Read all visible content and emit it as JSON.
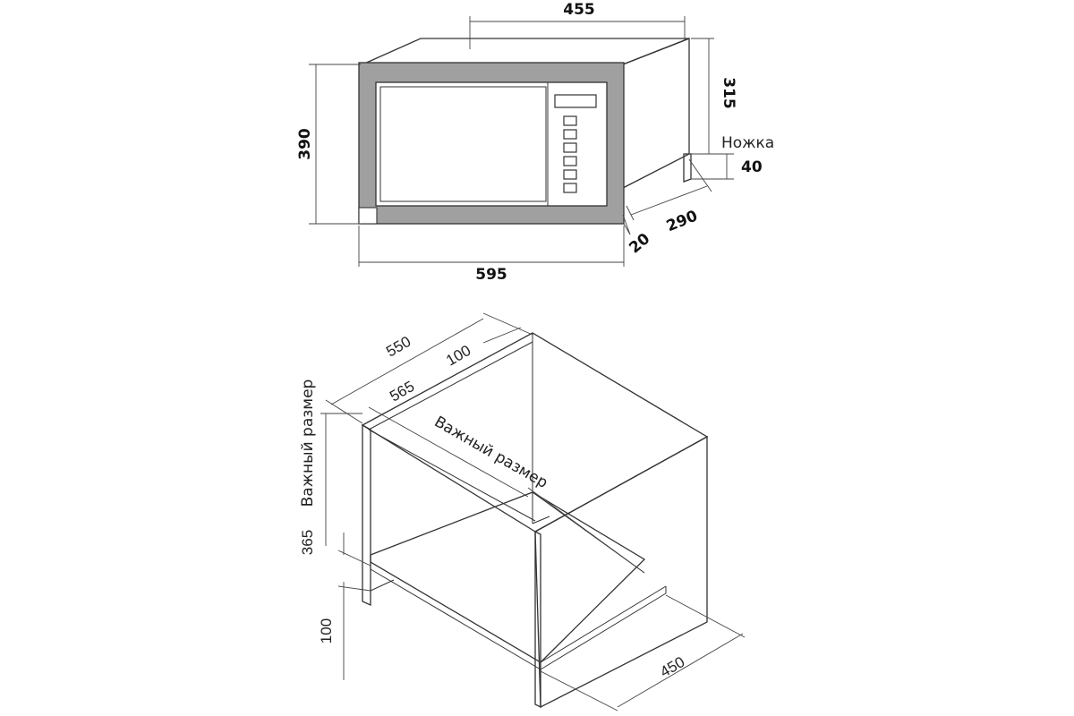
{
  "microwave": {
    "width_label": "595",
    "depth_label": "455",
    "height_label": "390",
    "body_height_label": "315",
    "frame_depth_label": "20",
    "rear_depth_label": "290",
    "foot_label": "Ножка",
    "foot_height_label": "40"
  },
  "cabinet": {
    "depth_label": "550",
    "inner_depth_label": "565",
    "back_gap_label": "100",
    "important_depth_label": "Важный размер",
    "important_height_label": "Важный размер",
    "opening_height_label": "365",
    "bottom_height_label": "100",
    "shelf_depth_label": "450"
  },
  "colors": {
    "frame": "#a0a0a0",
    "line": "#333333",
    "background": "#ffffff"
  }
}
